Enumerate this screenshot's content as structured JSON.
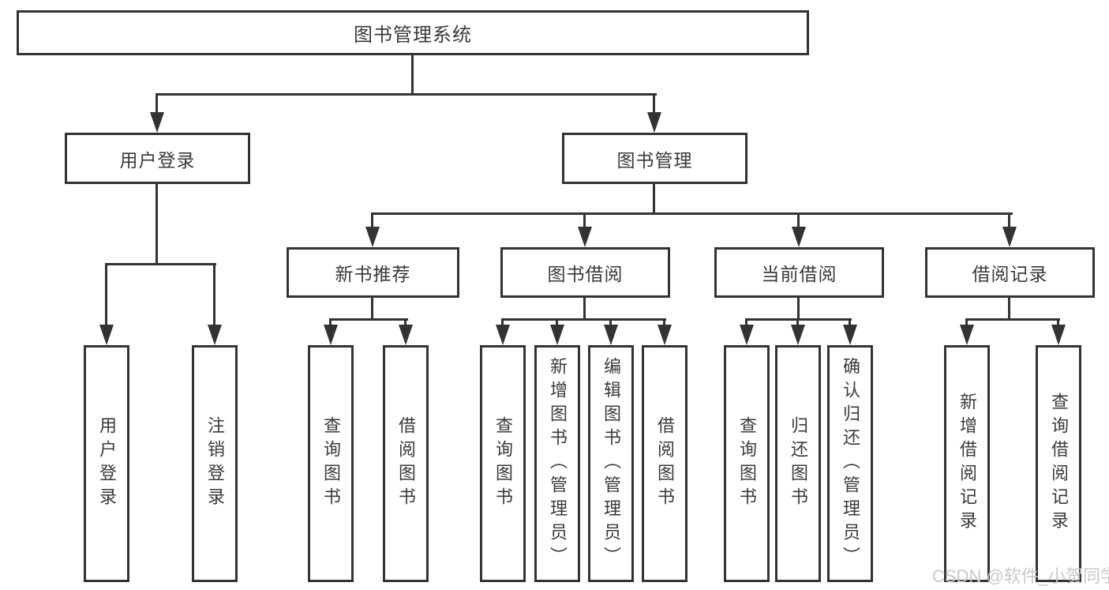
{
  "diagram": {
    "root": {
      "label": "图书管理系统"
    },
    "level2": [
      {
        "label": "用户登录"
      },
      {
        "label": "图书管理"
      }
    ],
    "level3": [
      {
        "label": "新书推荐"
      },
      {
        "label": "图书借阅"
      },
      {
        "label": "当前借阅"
      },
      {
        "label": "借阅记录"
      }
    ],
    "leaves": {
      "user_login": [
        {
          "label": "用户登录"
        },
        {
          "label": "注销登录"
        }
      ],
      "new_book": [
        {
          "label": "查询图书"
        },
        {
          "label": "借阅图书"
        }
      ],
      "borrow": [
        {
          "label": "查询图书"
        },
        {
          "label": "新增图书（管理员）"
        },
        {
          "label": "编辑图书（管理员）"
        },
        {
          "label": "借阅图书"
        }
      ],
      "current": [
        {
          "label": "查询图书"
        },
        {
          "label": "归还图书"
        },
        {
          "label": "确认归还（管理员）"
        }
      ],
      "records": [
        {
          "label": "新增借阅记录"
        },
        {
          "label": "查询借阅记录"
        }
      ]
    }
  },
  "watermark": {
    "text": "CSDN @软件_小贺同学"
  },
  "colors": {
    "line": "#333333",
    "text": "#3a3a3a",
    "box_fill": "#ffffff",
    "background": "#ffffff",
    "watermark": "#c9c9c9"
  }
}
